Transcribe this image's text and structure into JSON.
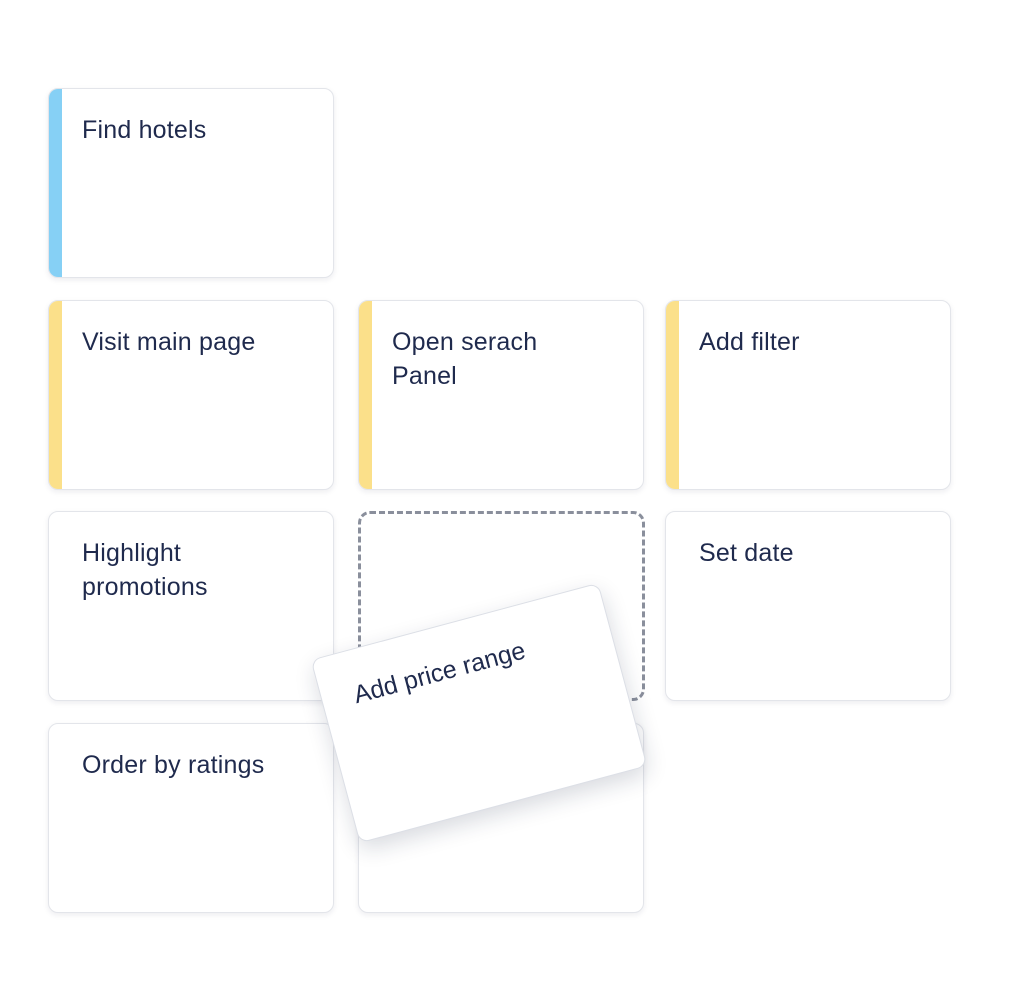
{
  "board": {
    "cards": {
      "find_hotels": {
        "label": "Find hotels",
        "accent": "#86d0f5"
      },
      "visit_main_page": {
        "label": "Visit main page",
        "accent": "#fbe08a"
      },
      "open_search_panel": {
        "label": "Open serach Panel",
        "accent": "#fbe08a"
      },
      "add_filter": {
        "label": "Add filter",
        "accent": "#fbe08a"
      },
      "highlight_promotions": {
        "label": "Highlight promotions"
      },
      "set_date": {
        "label": "Set date"
      },
      "order_by_ratings": {
        "label": "Order by ratings"
      },
      "hidden_card": {
        "label": ""
      }
    },
    "dragging_card": {
      "label": "Add price range"
    },
    "drop_slot": {
      "state": "empty placeholder"
    }
  },
  "colors": {
    "text": "#1f2a4d",
    "accent_blue": "#86d0f5",
    "accent_yellow": "#fbe08a",
    "dashed_border": "#8a8f9c"
  }
}
